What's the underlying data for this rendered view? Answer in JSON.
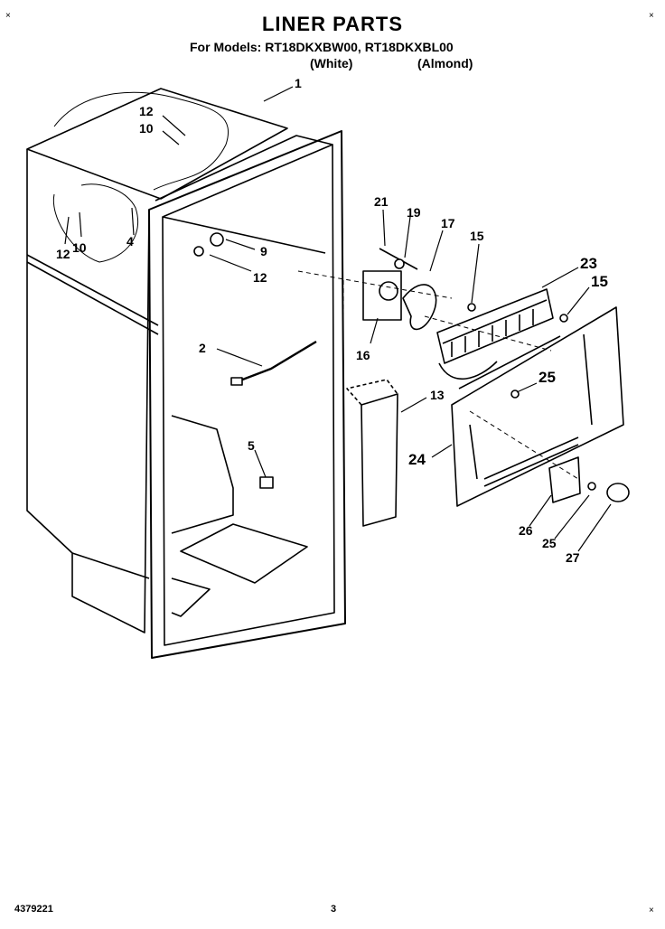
{
  "header": {
    "title": "LINER PARTS",
    "models_line": "For Models: RT18DKXBW00, RT18DKXBL00",
    "variant_white": "(White)",
    "variant_almond": "(Almond)"
  },
  "footer": {
    "doc_number": "4379221",
    "page_number": "3"
  },
  "callouts": {
    "c1": "1",
    "c2": "2",
    "c4": "4",
    "c5": "5",
    "c9": "9",
    "c10a": "10",
    "c10b": "10",
    "c12a": "12",
    "c12b": "12",
    "c12c": "12",
    "c13": "13",
    "c15a": "15",
    "c15b": "15",
    "c16": "16",
    "c17": "17",
    "c19": "19",
    "c21": "21",
    "c23": "23",
    "c24": "24",
    "c25a": "25",
    "c25b": "25",
    "c26": "26",
    "c27": "27"
  }
}
